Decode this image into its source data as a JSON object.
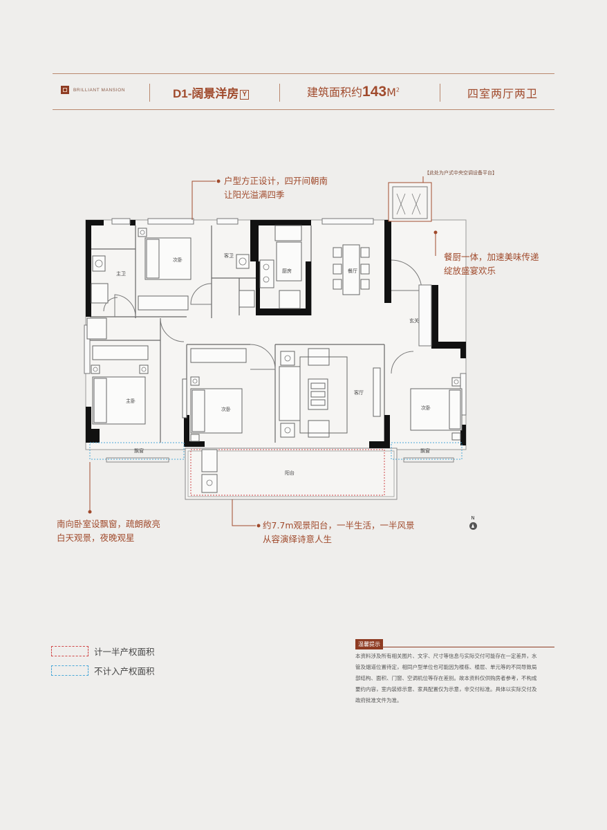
{
  "header": {
    "brand": "BRILLIANT MANSION",
    "unit_type": "D1-阔景洋房",
    "unit_tag": "Y",
    "area_prefix": "建筑面积约",
    "area_value": "143",
    "area_unit": "M",
    "area_sup": "2",
    "rooms": "四室两厅两卫"
  },
  "annotations": {
    "layout_note": [
      "户型方正设计，四开间朝南",
      "让阳光溢满四季"
    ],
    "dining_note": [
      "餐厨一体，加速美味传递",
      "绽放盛宴欢乐"
    ],
    "bay_note": [
      "南向卧室设飘窗，疏朗敞亮",
      "白天观景，夜晚观星"
    ],
    "balcony_note": [
      "约7.7m观景阳台，一半生活，一半风景",
      "从容演绎诗意人生"
    ],
    "ac_platform": "【此处为户式中央空调设备平台】"
  },
  "rooms": {
    "bedroom_nw": "次卧",
    "master_bath": "主卫",
    "guest_bath": "客卫",
    "kitchen": "厨房",
    "dining": "餐厅",
    "entrance": "玄关",
    "master_bedroom": "主卧",
    "bedroom_mid": "次卧",
    "living": "客厅",
    "bedroom_east": "次卧",
    "bay_window": "飘窗",
    "balcony": "阳台"
  },
  "north": "N",
  "legend": {
    "half_area": "计一半产权面积",
    "no_area": "不计入产权面积"
  },
  "tips": {
    "title": "温馨提示",
    "lines": [
      "本资料涉及所有相关图片、文字、尺寸等信息与实际交付可能存在一定差异，水",
      "管及烟道位置待定，相同户型单位也可能因为楼栋、楼层、单元等的不同导致局",
      "部结构、面积、门窗、空调机位等存在差别。故本资料仅供购房者参考，不构成",
      "要约内容，室内装修示意、家具配置仅为示意，非交付标准。具体以实际交付及",
      "政府批准文件为准。"
    ]
  },
  "colors": {
    "accent": "#a04a2c",
    "dark_brand": "#8e3b22",
    "wall": "#111111",
    "half_area_border": "#d04848",
    "no_area_border": "#4aa8d8"
  }
}
